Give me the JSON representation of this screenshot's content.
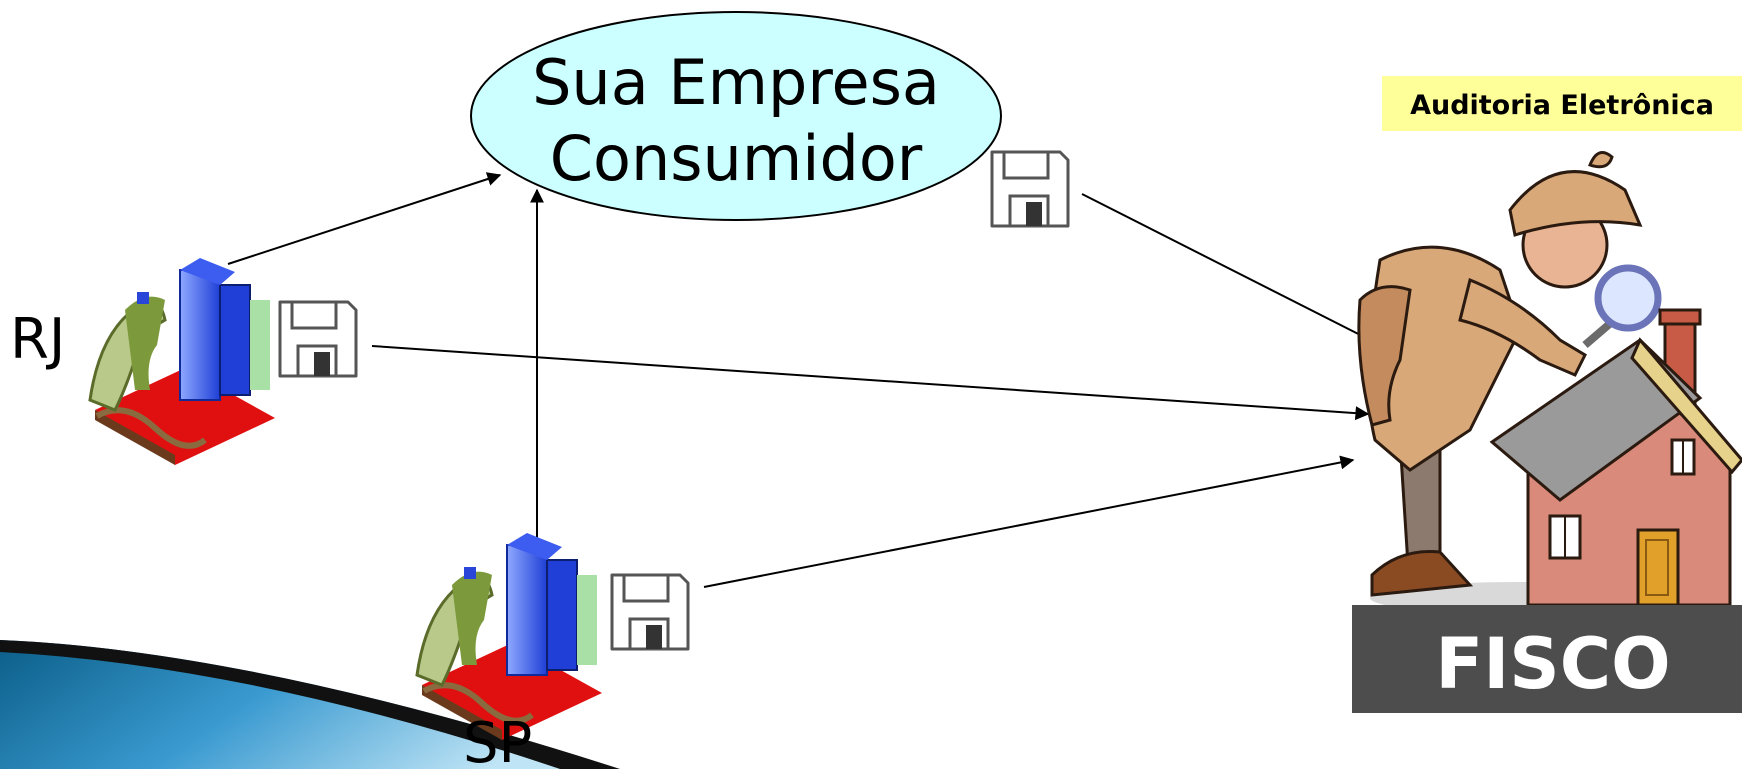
{
  "ellipse": {
    "line1": "Sua Empresa",
    "line2": "Consumidor"
  },
  "nodes": {
    "rj_label": "RJ",
    "sp_label": "SP"
  },
  "badge": {
    "text": "Auditoria Eletrônica"
  },
  "fisco": {
    "label": "FISCO"
  },
  "colors": {
    "ellipse_fill": "#ccffff",
    "badge_bg": "#ffff99",
    "fisco_bar": "#4d4d4d",
    "building_blue": "#1f3fd6",
    "ground_red": "#e01010"
  },
  "icons": [
    "building-icon",
    "floppy-disk-icon",
    "detective-icon",
    "house-icon",
    "arrow-icon"
  ]
}
